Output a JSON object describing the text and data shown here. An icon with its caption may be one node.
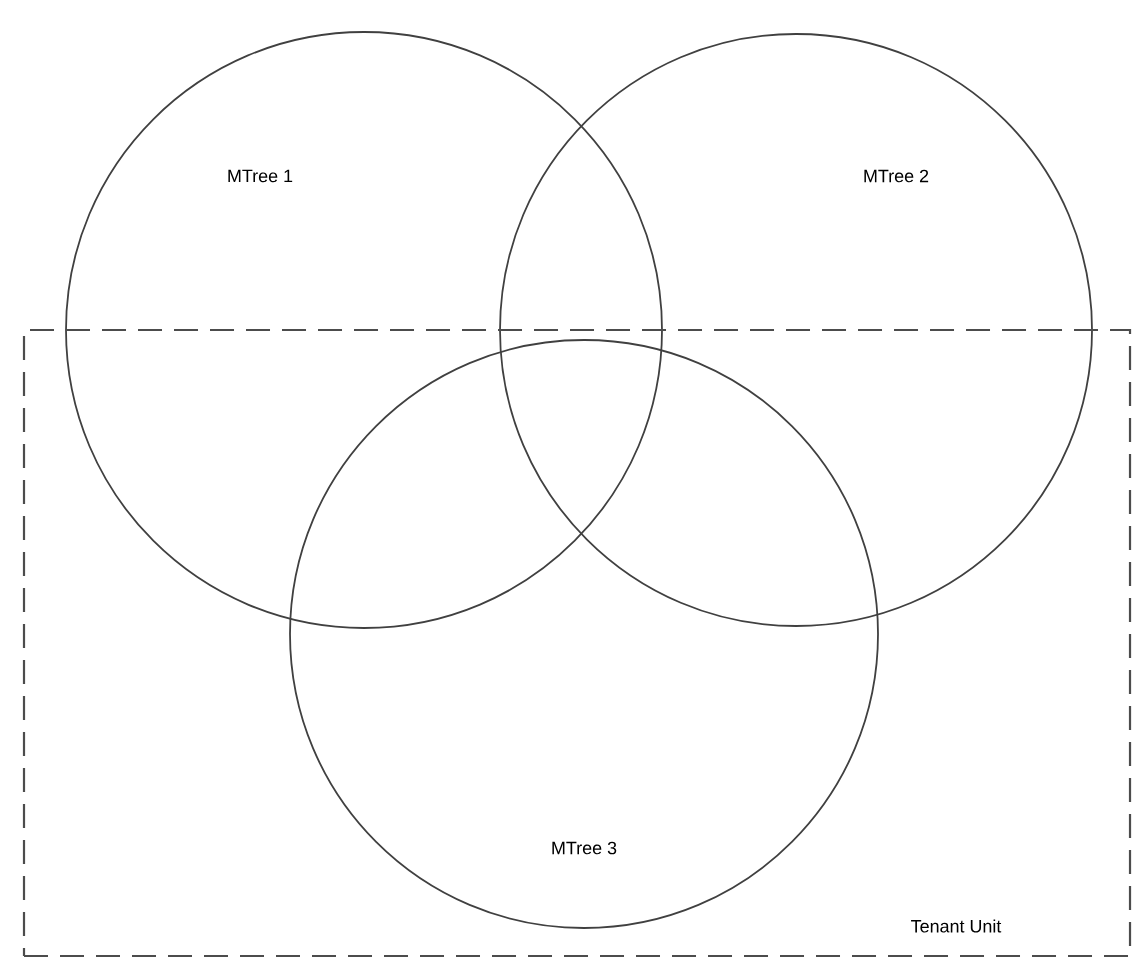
{
  "diagram": {
    "nodes": [
      {
        "text": [
          "MTree 1"
        ]
      },
      {
        "text": [
          "MTree 2"
        ]
      },
      {
        "text": [
          "Tenant Unit"
        ]
      },
      {
        "text": [
          "MTree 3"
        ],
        "in": 2
      }
    ]
  }
}
